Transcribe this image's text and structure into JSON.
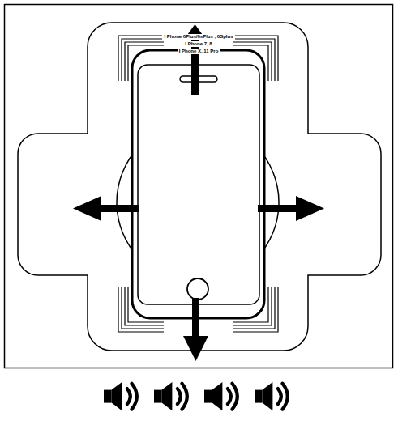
{
  "diagram": {
    "labels": [
      "I Phone 6Plus/6sPlus , 6Splus",
      "I Phone 7, 8",
      "I Phone X, 11 Pro"
    ]
  }
}
